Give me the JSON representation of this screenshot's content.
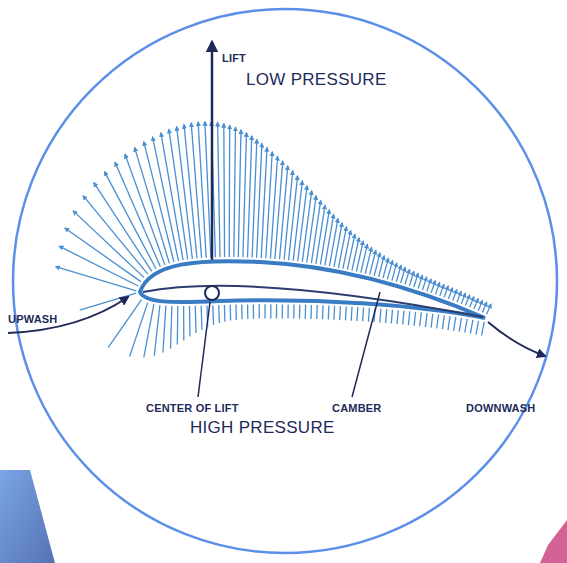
{
  "diagram": {
    "labels": [
      "LIFT",
      "LOW PRESSURE",
      "UPWASH",
      "CENTER OF LIFT",
      "CAMBER",
      "HIGH PRESSURE",
      "DOWNWASH"
    ]
  }
}
